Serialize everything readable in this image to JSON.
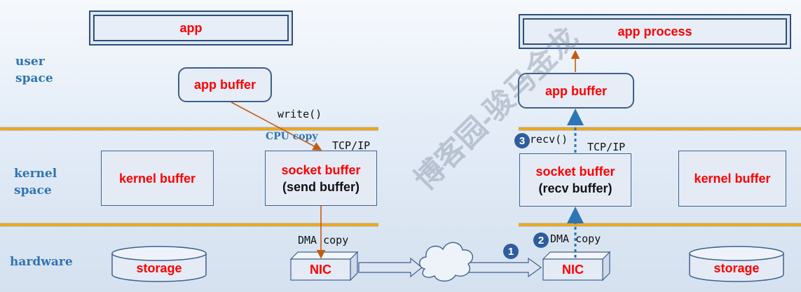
{
  "zones": {
    "user_line1": "user",
    "user_line2": "space",
    "kernel_line1": "kernel",
    "kernel_line2": "space",
    "hardware": "hardware"
  },
  "send_side": {
    "app": "app",
    "app_buffer": "app buffer",
    "write_call": "write()",
    "cpu_copy": "CPU copy",
    "tcpip": "TCP/IP",
    "kernel_buffer": "kernel buffer",
    "socket_buffer": "socket buffer",
    "send_buffer": "(send buffer)",
    "dma_copy": "DMA copy",
    "storage": "storage",
    "nic": "NIC"
  },
  "recv_side": {
    "app_process": "app process",
    "app_buffer": "app buffer",
    "recv_call": "recv()",
    "tcpip": "TCP/IP",
    "socket_buffer": "socket buffer",
    "recv_buffer": "(recv buffer)",
    "kernel_buffer": "kernel buffer",
    "dma_copy": "DMA copy",
    "nic": "NIC",
    "storage": "storage"
  },
  "steps": [
    "1",
    "2",
    "3"
  ],
  "watermark": "博客园-骏马金龙",
  "colors": {
    "label_red": "#ff0000",
    "zone_blue": "#2f74b5",
    "layer_line": "#e9a820",
    "arrow_orange": "#c55a11",
    "arrow_dotted_blue": "#2e75b6",
    "step_badge": "#2e5d9f"
  }
}
